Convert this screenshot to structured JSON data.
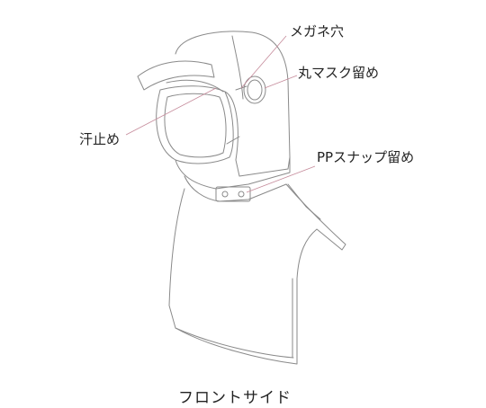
{
  "labels": {
    "glasses_hole": "メガネ穴",
    "round_mask_fastener": "丸マスク留め",
    "sweat_stop": "汗止め",
    "pp_snap_fastener": "PPスナップ留め"
  },
  "caption": "フロントサイド",
  "colors": {
    "outline": "#8a8a8a",
    "leader": "#c58a9a",
    "text": "#222222"
  }
}
